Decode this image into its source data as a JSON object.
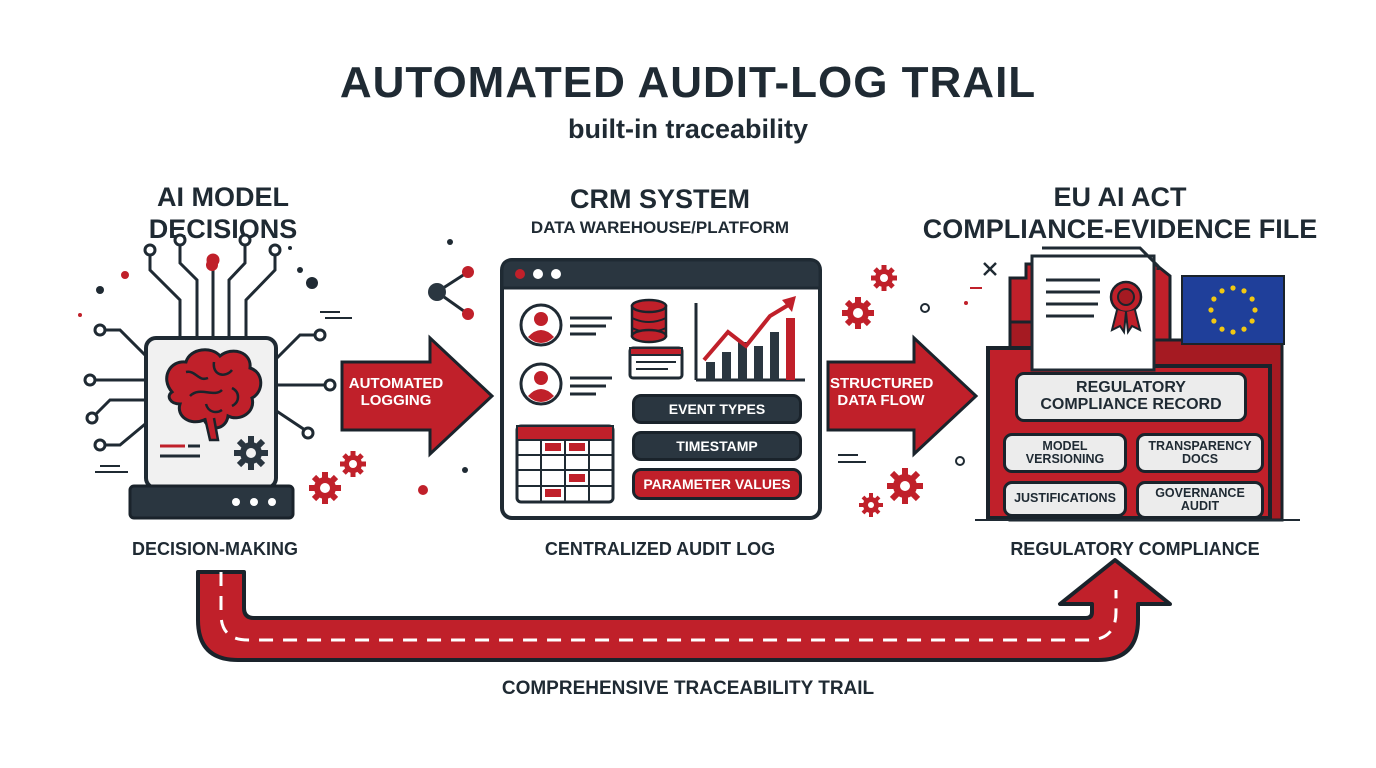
{
  "header": {
    "title": "AUTOMATED AUDIT-LOG TRAIL",
    "subtitle": "built-in traceability"
  },
  "columns": {
    "ai_model": {
      "heading_line1": "AI MODEL",
      "heading_line2": "DECISIONS",
      "caption": "DECISION-MAKING"
    },
    "crm": {
      "heading_line1": "CRM SYSTEM",
      "heading_line2": "DATA WAREHOUSE/PLATFORM",
      "caption": "CENTRALIZED AUDIT LOG"
    },
    "eu": {
      "heading_line1": "EU AI ACT",
      "heading_line2": "COMPLIANCE-EVIDENCE FILE",
      "caption": "REGULATORY COMPLIANCE"
    }
  },
  "arrows": {
    "logging": {
      "line1": "AUTOMATED",
      "line2": "LOGGING"
    },
    "flow": {
      "line1": "STRUCTURED",
      "line2": "DATA FLOW"
    }
  },
  "crm_fields": [
    "EVENT TYPES",
    "TIMESTAMP",
    "PARAMETER VALUES"
  ],
  "compliance": {
    "record_line1": "REGULATORY",
    "record_line2": "COMPLIANCE RECORD",
    "items": [
      {
        "line1": "MODEL",
        "line2": "VERSIONING"
      },
      {
        "line1": "TRANSPARENCY",
        "line2": "DOCS"
      },
      {
        "line1": "JUSTIFICATIONS",
        "line2": ""
      },
      {
        "line1": "GOVERNANCE",
        "line2": "AUDIT"
      }
    ]
  },
  "trail_label": "COMPREHENSIVE TRACEABILITY TRAIL",
  "colors": {
    "accent_red": "#c0202a",
    "dark": "#1f2a33",
    "eu_blue": "#1f3f9a",
    "eu_star": "#f2c811"
  },
  "icons": [
    "brain-icon",
    "circuit-icon",
    "gear-icon",
    "user-icon",
    "database-icon",
    "line-chart-icon",
    "table-icon",
    "share-icon",
    "certificate-icon",
    "eu-flag-icon",
    "folder-icon",
    "sparkle-icon"
  ]
}
